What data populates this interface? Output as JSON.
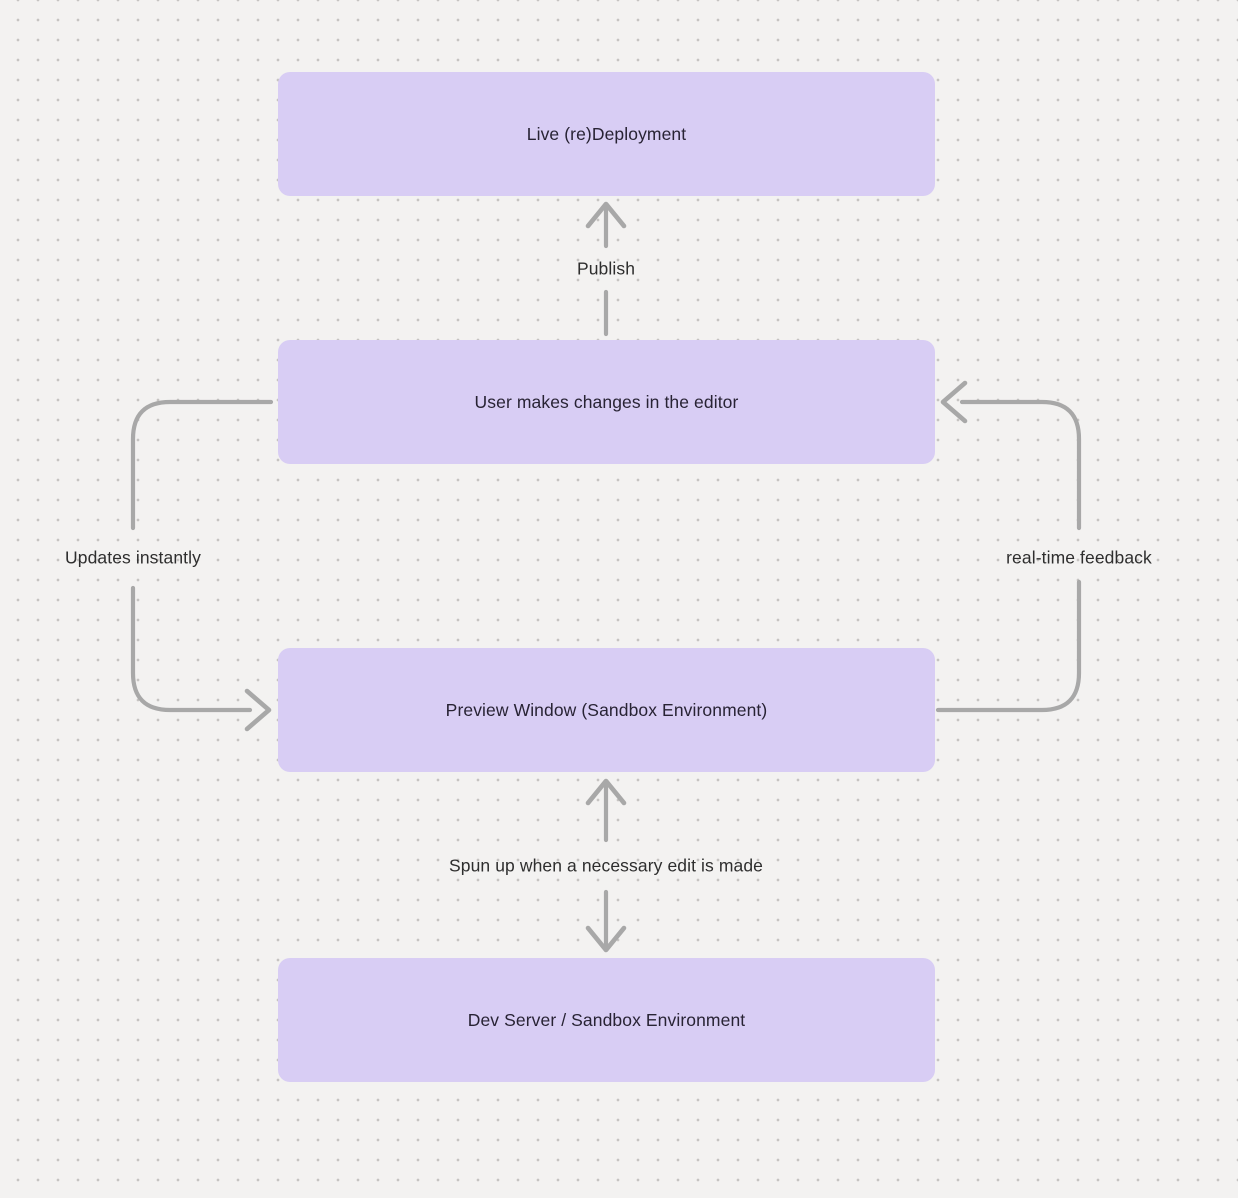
{
  "diagram": {
    "background_color": "#f3f2f1",
    "dot_color": "#c6c4c2",
    "node_fill_color": "#d8cdf4",
    "node_text_color": "#282334",
    "arrow_color": "#a8a8a8",
    "label_text_color": "#2e2e2e",
    "nodes": [
      {
        "id": "live-deployment",
        "label": "Live (re)Deployment"
      },
      {
        "id": "editor",
        "label": "User makes changes in the editor"
      },
      {
        "id": "preview-window",
        "label": "Preview Window (Sandbox Environment)"
      },
      {
        "id": "dev-server",
        "label": "Dev Server / Sandbox Environment"
      }
    ],
    "edges": [
      {
        "id": "publish",
        "label": "Publish",
        "from": "editor",
        "to": "live-deployment",
        "direction": "up"
      },
      {
        "id": "updates-instantly",
        "label": "Updates instantly",
        "from": "editor",
        "to": "preview-window",
        "direction": "left-loop-down"
      },
      {
        "id": "real-time-feedback",
        "label": "real-time feedback",
        "from": "preview-window",
        "to": "editor",
        "direction": "right-loop-up"
      },
      {
        "id": "spun-up",
        "label": "Spun up when a necessary edit is made",
        "from": "preview-window",
        "to": "dev-server",
        "direction": "bidirectional"
      }
    ]
  }
}
